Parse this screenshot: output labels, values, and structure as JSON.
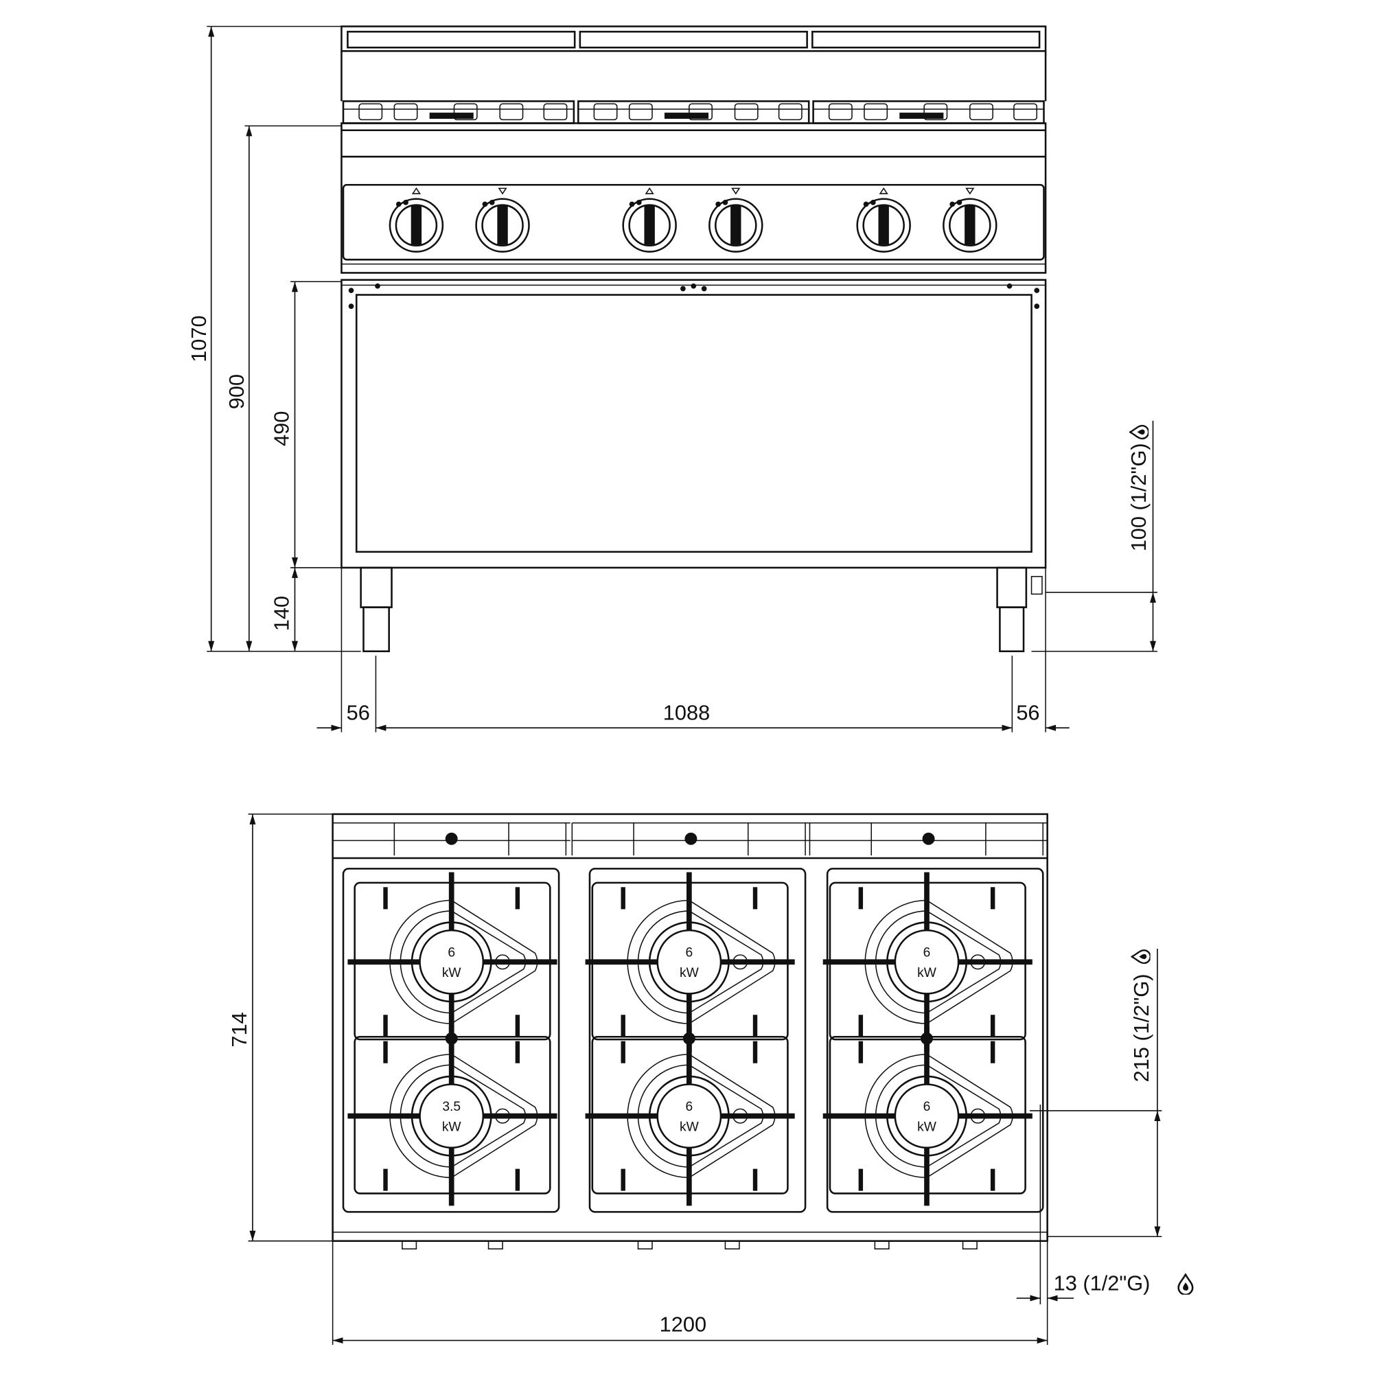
{
  "front_view": {
    "dims": {
      "total_height": "1070",
      "worktop_height": "900",
      "cabinet_height": "490",
      "leg_height": "140",
      "gas_height": "100 (1/2\"G)",
      "left_offset": "56",
      "leg_span": "1088",
      "right_offset": "56"
    },
    "knob_count": 6
  },
  "top_view": {
    "dims": {
      "depth": "714",
      "gas_depth": "215 (1/2\"G)",
      "gas_side": "13 (1/2\"G)",
      "width": "1200"
    },
    "burners": [
      {
        "power": "6",
        "unit": "kW"
      },
      {
        "power": "6",
        "unit": "kW"
      },
      {
        "power": "6",
        "unit": "kW"
      },
      {
        "power": "3.5",
        "unit": "kW"
      },
      {
        "power": "6",
        "unit": "kW"
      },
      {
        "power": "6",
        "unit": "kW"
      }
    ]
  },
  "colors": {
    "line": "#111111",
    "background": "#ffffff"
  }
}
